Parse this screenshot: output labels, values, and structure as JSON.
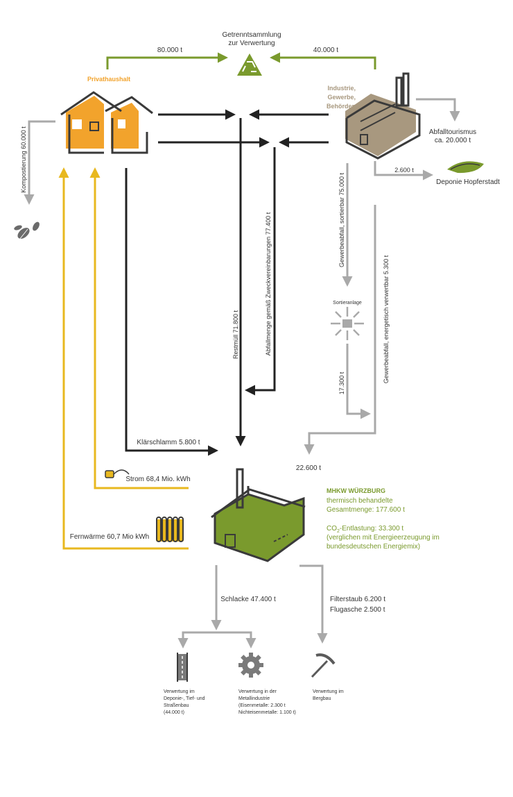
{
  "colors": {
    "black": "#222222",
    "grey": "#a9a9a9",
    "yellow": "#e8b81f",
    "green": "#7a9a2d",
    "orange": "#f2a32c",
    "taupe": "#a8987f",
    "dark_outline": "#3a3a3a"
  },
  "nodes": {
    "recycling": {
      "title_line1": "Getrenntsammlung",
      "title_line2": "zur Verwertung",
      "icon": "recycling-icon"
    },
    "households": {
      "label": "Privathaushalt",
      "icon": "houses-icon"
    },
    "industry": {
      "label_line1": "Industrie,",
      "label_line2": "Gewerbe,",
      "label_line3": "Behörden",
      "icon": "factory-icon"
    },
    "tourism": {
      "label_line1": "Abfalltourismus",
      "label_line2": "ca. 20.000 t"
    },
    "landfill": {
      "label": "Deponie Hopferstadt",
      "icon": "landfill-icon"
    },
    "sorting": {
      "label": "Sortieranlage",
      "icon": "sorting-icon"
    },
    "compost": {
      "icon": "leaves-icon"
    },
    "mhkw": {
      "title": "MHKW WÜRZBURG",
      "line1": "thermisch behandelte",
      "line2": "Gesamtmenge: 177.600 t",
      "co2_prefix": "CO",
      "co2_sub": "2",
      "co2_suffix": "-Entlastung: 33.300 t",
      "co2_line2": "(verglichen mit Energieerzeugung im",
      "co2_line3": "bundesdeutschen Energiemix)"
    },
    "strom": {
      "label": "Strom 68,4 Mio. kWh",
      "icon": "plug-icon"
    },
    "fernwaerme": {
      "label": "Fernwärme 60,7 Mio kWh",
      "icon": "radiator-icon"
    }
  },
  "flows": {
    "households_recycling": "80.000 t",
    "industry_recycling": "40.000 t",
    "kompostierung": "Kompostierung 60.000 t",
    "restmuell": "Restmüll 71.800 t",
    "zweckvereinbarungen": "Abfallmenge gemäß Zweckvereinbarungen 77.400 t",
    "gewerbe_sortierbar": "Gewerbeabfall, sortierbar 75.000 t",
    "gewerbe_energetisch": "Gewerbeabfall, energetisch verwertbar 5.300 t",
    "sort_out": "17.300 t",
    "combined": "22.600 t",
    "landfill_flow": "2.600 t",
    "klaerschlamm": "Klärschlamm 5.800 t",
    "schlacke": "Schlacke 47.400 t",
    "filterstaub": "Filterstaub 6.200 t",
    "flugasche": "Flugasche 2.500 t"
  },
  "outputs": {
    "road": {
      "lines": [
        "Verwertung im",
        "Deponie-, Tief- und",
        "Straßenbau",
        "(44.000 t)"
      ],
      "icon": "road-icon"
    },
    "metal": {
      "lines": [
        "Verwertung in der",
        "Metallindustrie",
        "(Eisenmetalle: 2.300 t",
        "Nichteisenmetalle: 1.100 t)"
      ],
      "icon": "gear-icon"
    },
    "mining": {
      "lines": [
        "Verwertung im",
        "Bergbau"
      ],
      "icon": "pickaxe-icon"
    }
  }
}
